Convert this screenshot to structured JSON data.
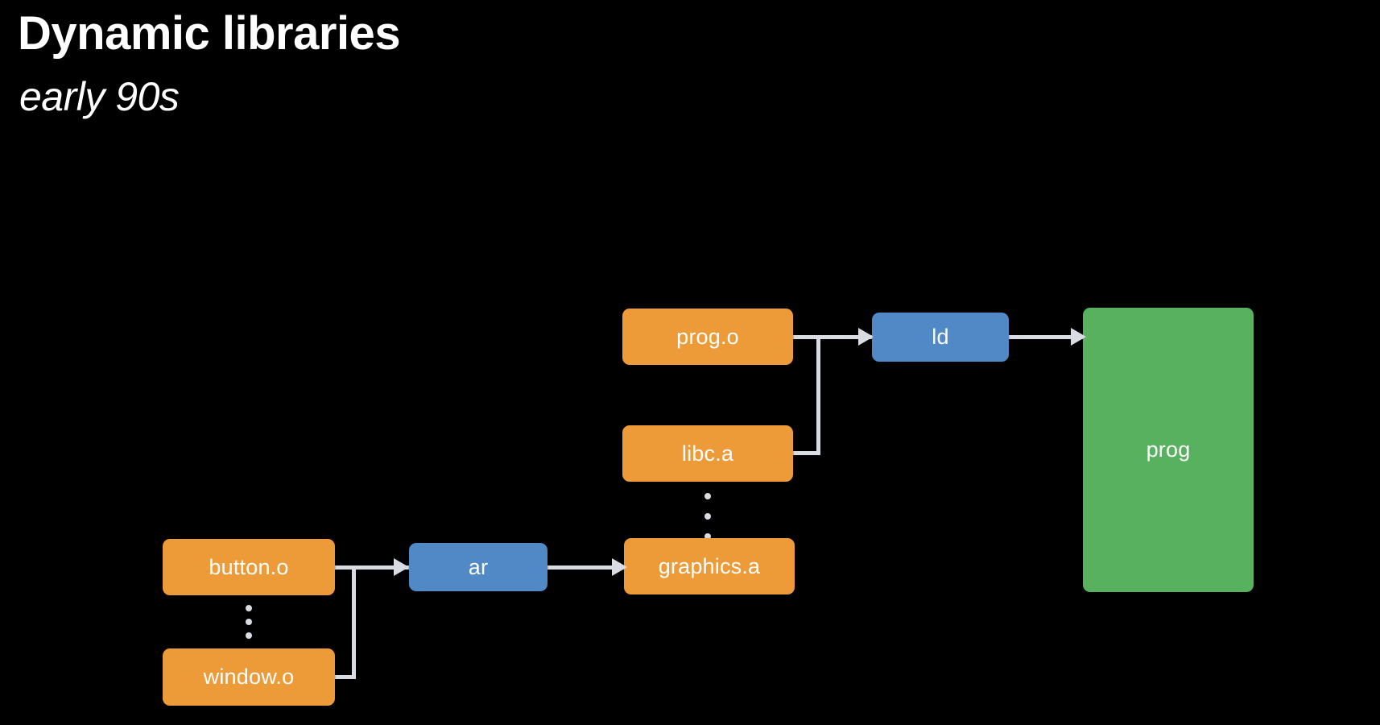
{
  "slide": {
    "title": "Dynamic libraries",
    "subtitle": "early 90s",
    "background_color": "#000000",
    "title_color": "#ffffff"
  },
  "palette": {
    "orange": "#ed9b39",
    "blue": "#5089c6",
    "green": "#58b15e",
    "edge": "#d9dde3",
    "text": "#ffffff"
  },
  "diagram": {
    "type": "flow",
    "nodes": [
      {
        "id": "prog-o",
        "label": "prog.o",
        "kind": "object-file",
        "color": "#ed9b39"
      },
      {
        "id": "libc-a",
        "label": "libc.a",
        "kind": "static-lib",
        "color": "#ed9b39"
      },
      {
        "id": "graphics-a",
        "label": "graphics.a",
        "kind": "static-lib",
        "color": "#ed9b39"
      },
      {
        "id": "button-o",
        "label": "button.o",
        "kind": "object-file",
        "color": "#ed9b39"
      },
      {
        "id": "window-o",
        "label": "window.o",
        "kind": "object-file",
        "color": "#ed9b39"
      },
      {
        "id": "ld",
        "label": "ld",
        "kind": "tool",
        "color": "#5089c6"
      },
      {
        "id": "ar",
        "label": "ar",
        "kind": "tool",
        "color": "#5089c6"
      },
      {
        "id": "prog",
        "label": "prog",
        "kind": "executable",
        "color": "#58b15e"
      }
    ],
    "edges": [
      {
        "from": "prog-o",
        "to": "ld",
        "arrow": true
      },
      {
        "from": "libc-a",
        "to": "ld",
        "arrow": false
      },
      {
        "from": "ld",
        "to": "prog",
        "arrow": true
      },
      {
        "from": "button-o",
        "to": "ar",
        "arrow": true
      },
      {
        "from": "window-o",
        "to": "ar",
        "arrow": false
      },
      {
        "from": "ar",
        "to": "graphics-a",
        "arrow": true
      }
    ],
    "ellipses": [
      {
        "id": "ellipsis-libs",
        "between": [
          "libc-a",
          "graphics-a"
        ],
        "dots": 3
      },
      {
        "id": "ellipsis-objects",
        "between": [
          "button-o",
          "window-o"
        ],
        "dots": 3
      }
    ]
  }
}
